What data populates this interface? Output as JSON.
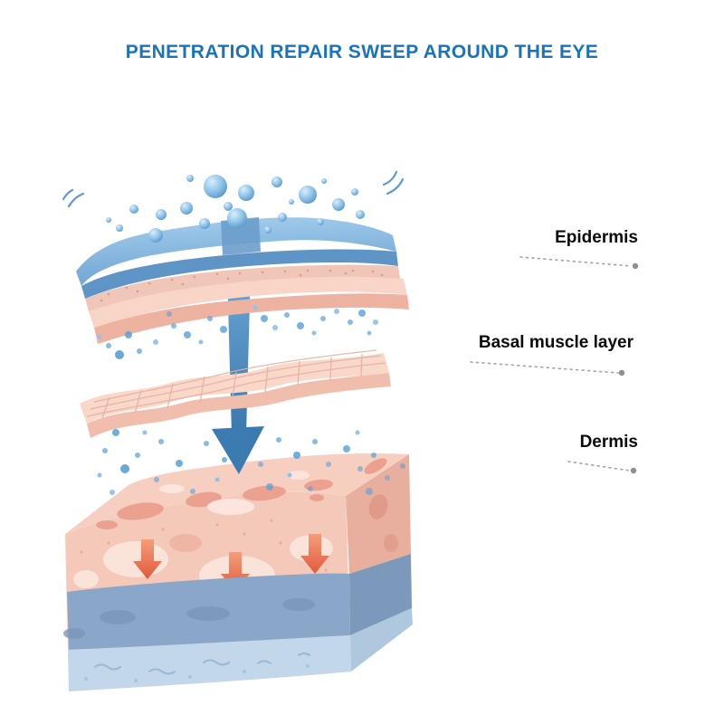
{
  "title": "PENETRATION REPAIR SWEEP AROUND THE EYE",
  "diagram": {
    "labels": [
      {
        "id": "epidermis",
        "text": "Epidermis"
      },
      {
        "id": "basal-muscle-layer",
        "text": "Basal muscle layer"
      },
      {
        "id": "dermis",
        "text": "Dermis"
      }
    ]
  },
  "colors": {
    "title_text": "#1b74b9",
    "label_text": "#0b0b0b",
    "leader_line": "#a3a3a3",
    "epidermis_blue": "#7fb0da",
    "skin_pink": "#f6cdbd",
    "dermis_blue_band": "#8aa6c8",
    "bubble_blue": "#5795cc",
    "penetration_arrow_blue": "#3c7bb1",
    "absorption_arrow_orange": "#e76f52"
  }
}
